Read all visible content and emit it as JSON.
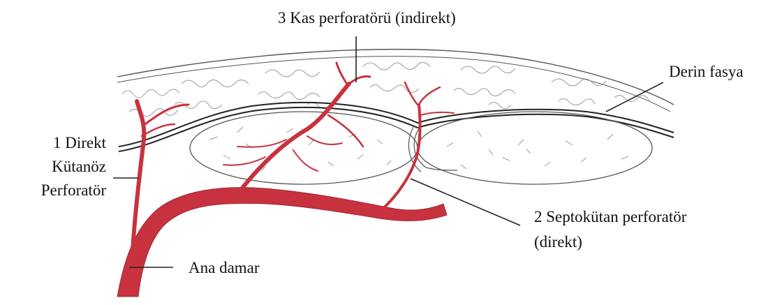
{
  "labels": {
    "muscle_perforator": "3 Kas perforatörü (indirekt)",
    "deep_fascia": "Derin fasya",
    "direct_line1": "1 Direkt",
    "direct_line2": "Kütanöz",
    "direct_line3": "Perforatör",
    "septo_line1": "2 Septokütan perforatör",
    "septo_line2": "(direkt)",
    "main_vessel": "Ana damar"
  },
  "colors": {
    "vessel": "#c8323f",
    "vessel_dark": "#8e1f2a",
    "lines": "#222222",
    "tissue": "#9a9a9a"
  }
}
